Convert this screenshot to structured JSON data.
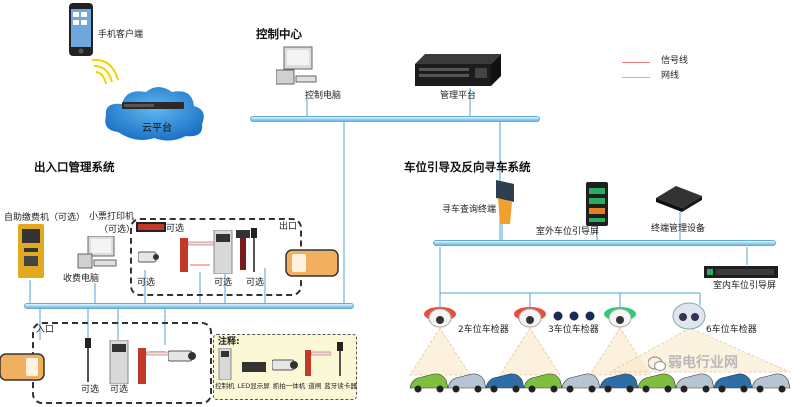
{
  "cloud": {
    "mobile_label": "手机客户端",
    "cloud_label": "云平台"
  },
  "control_center": {
    "title": "控制中心",
    "computer_label": "控制电脑",
    "server_label": "管理平台"
  },
  "legend": {
    "signal": "信号线",
    "network": "网线",
    "signal_color": "#f08080",
    "network_color": "#7ec8ea"
  },
  "entrance_system": {
    "title": "出入口管理系统",
    "self_pay_label": "自助缴费机（可选）",
    "printer_label": "小票打印机",
    "printer_optional": "（可选）",
    "toll_pc_label": "收费电脑",
    "optional_1": "可选",
    "optional_2": "可选",
    "optional_3": "可选",
    "optional_4": "可选",
    "exit_label": "出口",
    "entry_label": "入口",
    "optional_5": "可选",
    "optional_6": "可选"
  },
  "notes": {
    "title": "注释:",
    "items": [
      "控制机",
      "LED显示屏",
      "抓拍一体机",
      "道闸",
      "蓝牙读卡器"
    ]
  },
  "guidance_system": {
    "title": "车位引导及反向寻车系统",
    "kiosk_label": "寻车查询终端",
    "outdoor_screen_label": "室外车位引导屏",
    "terminal_label": "终端管理设备",
    "indoor_screen_label": "室内车位引导屏",
    "detector_2_label": "2车位车检器",
    "detector_3_label": "3车位车检器",
    "detector_6_label": "6车位车检器"
  },
  "watermark": "弱电行业网"
}
